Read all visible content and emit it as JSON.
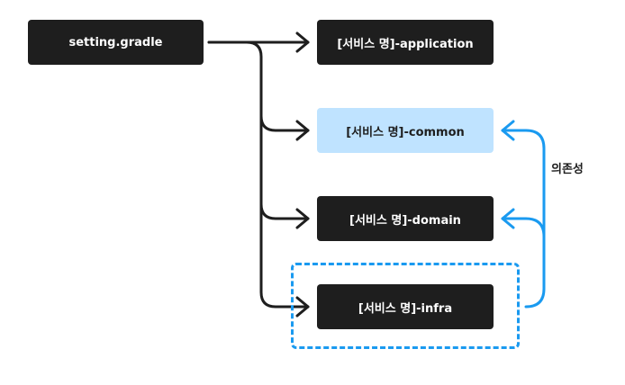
{
  "nodes": {
    "root": "setting.gradle",
    "application": "[서비스 명]-application",
    "common": "[서비스 명]-common",
    "domain": "[서비스 명]-domain",
    "infra": "[서비스 명]-infra"
  },
  "dependency_label": "의존성",
  "colors": {
    "dark_box": "#1e1e1e",
    "highlight_box": "#bfe3ff",
    "dependency_arrow": "#1a9af0",
    "include_arrow": "#1e1e1e"
  },
  "edges": [
    {
      "from": "root",
      "to": "application",
      "kind": "include"
    },
    {
      "from": "root",
      "to": "common",
      "kind": "include"
    },
    {
      "from": "root",
      "to": "domain",
      "kind": "include"
    },
    {
      "from": "root",
      "to": "infra",
      "kind": "include"
    },
    {
      "from": "infra",
      "to": "common",
      "kind": "dependency"
    },
    {
      "from": "infra",
      "to": "domain",
      "kind": "dependency"
    }
  ]
}
